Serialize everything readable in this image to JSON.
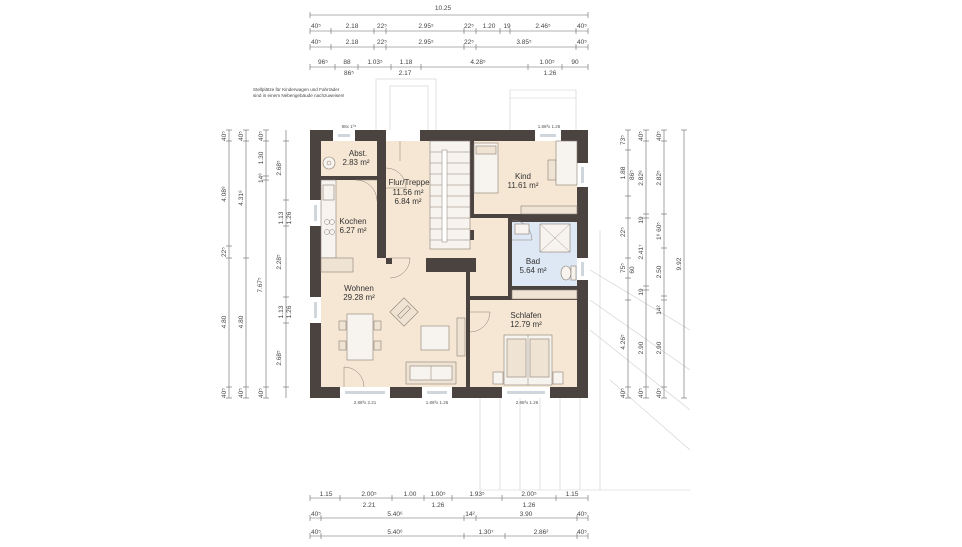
{
  "note": {
    "line1": "Stellplätze für Kinderwagen und Fahrräder",
    "line2": "sind in einem Nebengebäude nachzuweisen!"
  },
  "rooms": {
    "abst": {
      "name": "Abst.",
      "area": "2.83 m²"
    },
    "flur": {
      "name": "Flur/Treppe",
      "area": "11.56 m²",
      "area2": "6.84 m²"
    },
    "kind": {
      "name": "Kind",
      "area": "11.61 m²"
    },
    "kochen": {
      "name": "Kochen",
      "area": "6.27 m²"
    },
    "bad": {
      "name": "Bad",
      "area": "5.64 m²"
    },
    "wohnen": {
      "name": "Wohnen",
      "area": "29.28 m²"
    },
    "schlafen": {
      "name": "Schlafen",
      "area": "12.79 m²"
    }
  },
  "openings": {
    "top_left": "88x 1⁰⁶",
    "top_right": "1.88³x 1.26",
    "bottom_left": "2.88³x 2.21",
    "bottom_mid": "1.88³x 1.26",
    "bottom_right": "2.88³x 1.26"
  },
  "dims_top": {
    "total": "10.25",
    "row1": [
      "40⁵",
      "2.18",
      "22⁵",
      "2.95⁵",
      "22⁵",
      "1.20",
      "19",
      "2.46⁵",
      "40⁵"
    ],
    "row2": [
      "40⁵",
      "2.18",
      "22⁵",
      "2.95⁵",
      "22⁵",
      "3.85⁵",
      "40⁵"
    ],
    "row3a": [
      "96⁵",
      "88",
      "1.03⁵",
      "1.18",
      "4.28⁵",
      "1.00⁵",
      "90"
    ],
    "row3b": [
      "86⁵",
      "2.17",
      "1.26"
    ]
  },
  "dims_bottom": {
    "row1": [
      "1.15",
      "2.00⁵",
      "1.00",
      "1.00⁵",
      "1.93⁵",
      "2.00⁵",
      "1.15"
    ],
    "row1b": [
      "2.21",
      "1.26",
      "1.26"
    ],
    "row2": [
      "40⁵",
      "5.40⁶",
      "14²",
      "3.90",
      "40⁵"
    ],
    "row3": [
      "40⁵",
      "5.40⁶",
      "1.30⁷",
      "2.86²",
      "40⁵"
    ]
  },
  "dims_left": {
    "outer": [
      "40⁵",
      "4.08⁸",
      "22⁵",
      "4.80",
      "40⁵"
    ],
    "second": [
      "40⁵",
      "4.31⁸",
      "7.67⁵",
      "4.80",
      "40⁵"
    ],
    "third": [
      "40⁵",
      "1.30",
      "14⁶",
      "1.13",
      "1.26",
      "1.13",
      "1.26",
      "40⁵"
    ],
    "inner": [
      "2.68⁵",
      "2.28⁵",
      "2.68⁵"
    ]
  },
  "dims_right": {
    "inner": [
      "73⁵",
      "1.88",
      "86⁵",
      "22⁵",
      "75⁵",
      "60",
      "4.26⁵",
      "40⁵"
    ],
    "second": [
      "40⁵",
      "2.82⁸",
      "19",
      "2.41⁷",
      "19",
      "2.90",
      "40⁵"
    ],
    "third": [
      "40⁵",
      "2.82⁵",
      "1⁶ 60⁵",
      "2.50",
      "14²",
      "2.90",
      "40⁵"
    ],
    "total": "9.92"
  }
}
